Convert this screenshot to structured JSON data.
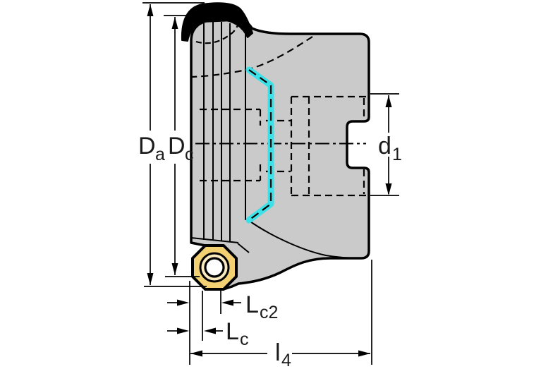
{
  "drawing": {
    "labels": {
      "da": {
        "main": "D",
        "sub": "a"
      },
      "dc": {
        "main": "D",
        "sub": "c"
      },
      "d1": {
        "main": "d",
        "sub": "1"
      },
      "lc2": {
        "main": "L",
        "sub": "c2"
      },
      "lc": {
        "main": "L",
        "sub": "c"
      },
      "l4": {
        "main": "l",
        "sub": "4"
      }
    },
    "colors": {
      "background": "#ffffff",
      "body_fill": "#cacaca",
      "outline": "#000000",
      "coolant_highlight": "#3ce1e8",
      "insert_fill": "#f3d173",
      "insert_ring_fill": "#faeac0",
      "insert_hole_fill": "#ffffff"
    }
  }
}
